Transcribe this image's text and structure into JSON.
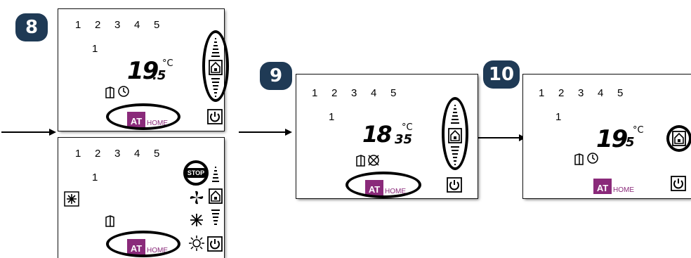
{
  "steps": [
    {
      "number": "8",
      "zones": [
        "1",
        "2",
        "3",
        "4",
        "5"
      ],
      "active_zone": "1",
      "temp_main": "19",
      "temp_decimal": ".5",
      "unit": "°C",
      "logo_at": "AT",
      "logo_home": "HOME"
    },
    {
      "zones": [
        "1",
        "2",
        "3",
        "4",
        "5"
      ],
      "active_zone": "1",
      "stop_label": "STOP",
      "logo_at": "AT",
      "logo_home": "HOME"
    },
    {
      "number": "9",
      "zones": [
        "1",
        "2",
        "3",
        "4",
        "5"
      ],
      "active_zone": "1",
      "time_hour": "18",
      "time_min": "35",
      "unit": "°C",
      "logo_at": "AT",
      "logo_home": "HOME"
    },
    {
      "number": "10",
      "zones": [
        "1",
        "2",
        "3",
        "4",
        "5"
      ],
      "active_zone": "1",
      "temp_main": "19",
      "temp_decimal": "5",
      "unit": "°C",
      "logo_at": "AT",
      "logo_home": "HOME"
    }
  ],
  "icons": [
    "arrow-right-icon",
    "house-icon",
    "power-icon",
    "clock-icon",
    "window-icon",
    "fan-icon",
    "snowflake-icon",
    "sun-icon",
    "timer-off-icon",
    "stop-icon",
    "level-up-icon",
    "level-down-icon"
  ]
}
